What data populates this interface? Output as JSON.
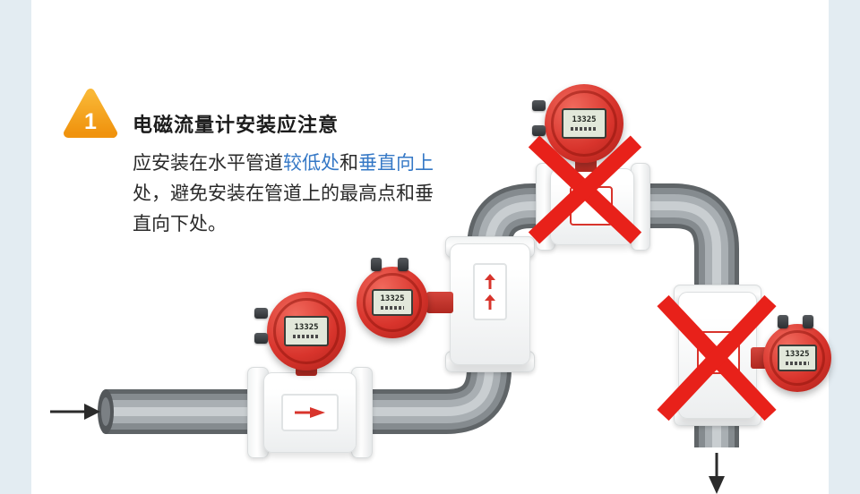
{
  "page": {
    "bg_color": "#e3ecf2",
    "card_color": "#ffffff"
  },
  "note": {
    "badge": "1",
    "title": "电磁流量计安装应注意",
    "body": [
      {
        "text": "应安装在水平管道"
      },
      {
        "text": "较低处",
        "highlight": true
      },
      {
        "text": "和"
      },
      {
        "text": "垂直向上",
        "highlight": true
      },
      {
        "text": "处，避免安装在管道上的最高点和垂直向下处。"
      }
    ]
  },
  "meter": {
    "lcd": "13325"
  },
  "colors": {
    "pipe_dark": "#606568",
    "pipe_mid": "#858b8f",
    "pipe_light": "#a9afb3",
    "pipe_core": "#c9ced1",
    "meter_red": "#d8342c",
    "x_red": "#e8211a",
    "highlight_blue": "#3578c6",
    "badge_orange": "#f6a81c",
    "arrow_black": "#2b2b2b"
  }
}
